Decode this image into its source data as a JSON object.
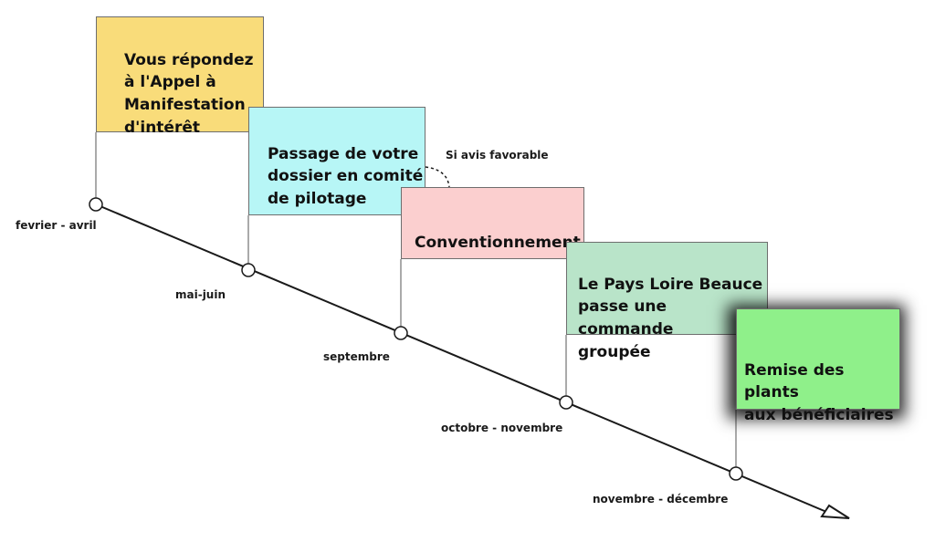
{
  "colors": {
    "step1": "#f9dc7a",
    "step2": "#b7f6f6",
    "step3": "#fbcfcf",
    "step4": "#b9e4c9",
    "step5": "#8ff08a",
    "line": "#1a1a1a"
  },
  "steps": [
    {
      "text": "Vous répondez\nà l'Appel à\nManifestation\nd'intérêt",
      "date": "fevrier - avril"
    },
    {
      "text": "Passage de votre\ndossier en comité\nde pilotage",
      "date": "mai-juin"
    },
    {
      "text": "Conventionnement",
      "date": "septembre"
    },
    {
      "text": "Le Pays Loire Beauce\npasse une commande\ngroupée",
      "date": "octobre - novembre"
    },
    {
      "text": "Remise des plants\naux bénéficiaires",
      "date": "novembre - décembre"
    }
  ],
  "connector_note": "Si avis favorable"
}
